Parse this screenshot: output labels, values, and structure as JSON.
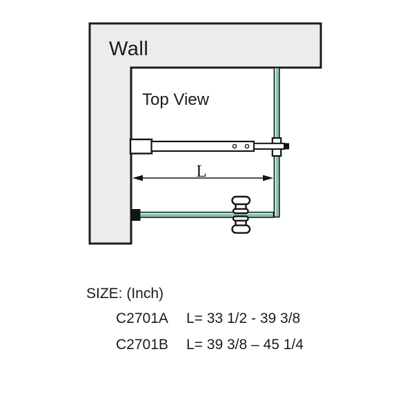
{
  "diagram": {
    "wall_label": "Wall",
    "view_label": "Top View",
    "dimension_label": "L"
  },
  "sizes": {
    "heading": "SIZE: (Inch)",
    "rows": [
      {
        "model": "C2701A",
        "range": "L= 33 1/2 - 39 3/8"
      },
      {
        "model": "C2701B",
        "range": "L= 39 3/8 – 45 1/4"
      }
    ]
  },
  "colors": {
    "background": "#FFFFFF",
    "wall_fill": "#ECECEF",
    "outline": "#1B1B1B",
    "glass_teal": "#5FB898",
    "glass_light": "#EEF9F4"
  }
}
